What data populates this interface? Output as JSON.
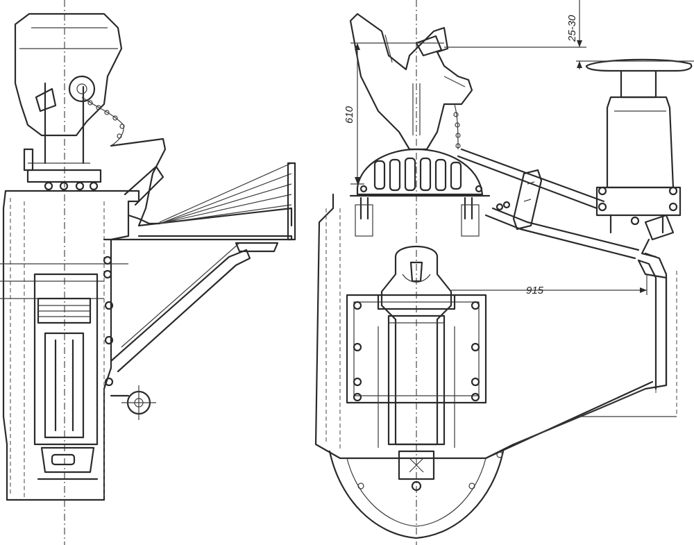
{
  "dimensions": {
    "gap_label": "25-30",
    "height_label": "610",
    "width_label": "915"
  }
}
